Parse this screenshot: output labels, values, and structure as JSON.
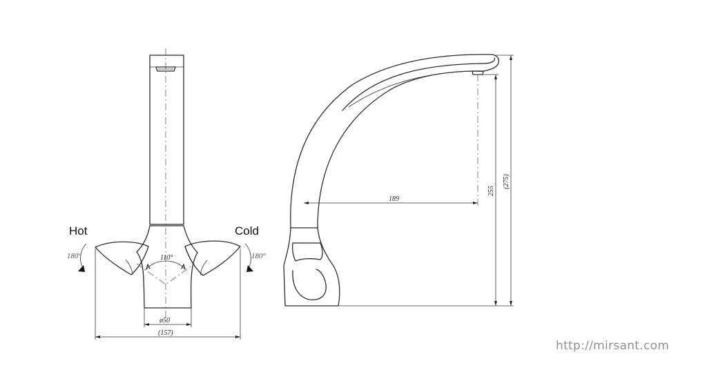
{
  "labels": {
    "hot": "Hot",
    "cold": "Cold",
    "hot_rotation": "180°",
    "cold_rotation": "180°",
    "handle_angle": "110°",
    "base_diameter": "ø50",
    "overall_width": "(157)",
    "spout_reach": "189",
    "spout_height": "255",
    "overall_height": "(275)"
  },
  "watermark": "http://mirsant.com",
  "colors": {
    "line": "#2a2a2a",
    "watermark": "#8f8f8f",
    "background": "#ffffff"
  }
}
